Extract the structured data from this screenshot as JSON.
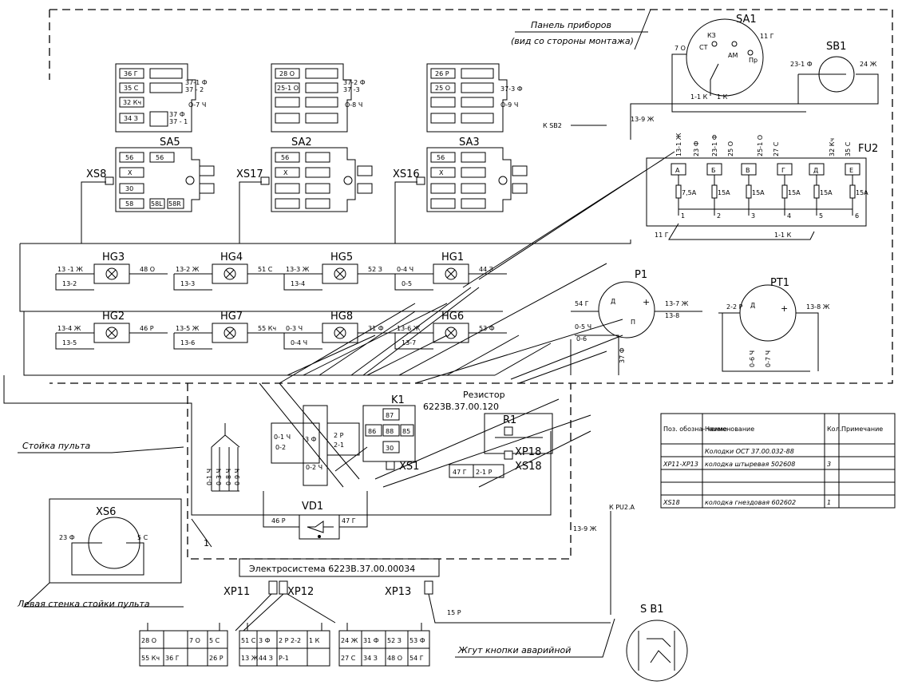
{
  "texts": {
    "panel_title": "Панель приборов",
    "panel_subtitle": "(вид со стороны монтажа)",
    "stand": "Стойка пульта",
    "left_wall": "Левая стенка стойки пульта",
    "harness": "Жгут кнопки аварийной",
    "electrosystem": "Электросистема 6223В.37.00.00034",
    "resistor_title": "Резистор",
    "resistor_code": "6223В.37.00.120",
    "k_sb2": "К SB2",
    "k_pu2": "К PU2.А",
    "one": "1"
  },
  "components": {
    "SA1": "SA1",
    "SB1": "SB1",
    "FU2": "FU2",
    "SA5": "SA5",
    "SA2": "SA2",
    "SA3": "SA3",
    "XS8": "XS8",
    "XS17": "XS17",
    "XS16": "XS16",
    "HG3": "HG3",
    "HG4": "HG4",
    "HG5": "HG5",
    "HG1": "HG1",
    "HG2": "HG2",
    "HG7": "HG7",
    "HG8": "HG8",
    "HG6": "HG6",
    "P1": "P1",
    "PT1": "PT1",
    "K1": "K1",
    "R1": "R1",
    "XP18": "XP18",
    "XS18": "XS18",
    "XS1": "XS1",
    "VD1": "VD1",
    "XS6": "XS6",
    "XP11": "XP11",
    "XP12": "XP12",
    "XP13": "XP13",
    "SB1b": "S В1"
  },
  "sa1": {
    "ks": "КЗ",
    "st": "СТ",
    "am": "АМ",
    "pr": "Пр",
    "w11g": "11 Г",
    "w7o": "7 О",
    "w1k": "1-1 К",
    "w1k2": "1 К"
  },
  "sb1": {
    "left": "23-1 Ф",
    "right": "24 Ж"
  },
  "fu2": {
    "cols": [
      "А",
      "Б",
      "В",
      "Г",
      "Д",
      "Е"
    ],
    "ratings": [
      "7,5А",
      "15А",
      "15А",
      "15А",
      "15А",
      "15А"
    ],
    "bottom": [
      "1",
      "2",
      "3",
      "4",
      "5",
      "6"
    ],
    "top_wires": [
      "13-1 Ж",
      "23 Ф",
      "23-1 Ф",
      "25 О",
      "25-1 О",
      "27 С",
      "32 Кч",
      "35 С"
    ],
    "w139": "13-9 Ж",
    "w11g": "11 Г",
    "w11k": "1-1 К"
  },
  "sa5": {
    "r1a": "36 Г",
    "r2a": "35 С",
    "r3a": "32 Кч",
    "r3b": "О-7 Ч",
    "r4a": "34 З",
    "side1": "37-1 Ф",
    "side2": "37 - 2",
    "side3": "37 Ф",
    "side4": "37 - 1",
    "s1": "56",
    "s2": "56",
    "s3": "Х",
    "s4": "30",
    "s5": "58",
    "s6": "58L",
    "s7": "58R"
  },
  "sa2": {
    "r1a": "28 О",
    "r2a": "25-1 О",
    "r3b": "О-8 Ч",
    "side1": "37-2 Ф",
    "side2": "37 -3",
    "s1": "56",
    "s3": "Х"
  },
  "sa3": {
    "r1a": "26 Р",
    "r2a": "25 О",
    "r2b": "37-3 Ф",
    "r3b": "О-9 Ч",
    "s1": "56",
    "s3": "Х"
  },
  "row1": [
    {
      "in": "13 -1 Ж",
      "in2": "13-2",
      "out": "48 О"
    },
    {
      "in": "13-2 Ж",
      "in2": "13-3",
      "out": "51 С"
    },
    {
      "in": "13-3 Ж",
      "in2": "13-4",
      "out": "52 З"
    },
    {
      "in": "0-4 Ч",
      "in2": "0-5",
      "out": "44 З"
    }
  ],
  "row2": [
    {
      "in": "13-4 Ж",
      "in2": "13-5",
      "out": "46 Р"
    },
    {
      "in": "13-5 Ж",
      "in2": "13-6",
      "out": "55 Кч"
    },
    {
      "in": "0-3 Ч",
      "in2": "0-4 Ч",
      "out": "31 Ф"
    },
    {
      "in": "13-6 Ж",
      "in2": "13-7",
      "out": "53 Ф"
    }
  ],
  "p1": {
    "w54": "54 Г",
    "w137": "13-7 Ж",
    "w138": "13-8",
    "w05": "0-5 Ч",
    "w06": "0-6",
    "w37": "37 Ф",
    "d": "Д",
    "p": "П",
    "plus": "+"
  },
  "pt1": {
    "w22": "2-2 Р",
    "w138": "13-8 Ж",
    "w06": "0-6 Ч",
    "w07": "0-7 Ч",
    "d": "Д",
    "plus": "+"
  },
  "k1": {
    "c87": "87",
    "c86": "86",
    "c88": "88",
    "c85": "85",
    "c30": "30"
  },
  "block": {
    "a": "0-1 Ч",
    "b": "0-2",
    "c": "3 Ф",
    "d": "2 Р",
    "e": "2-1",
    "f": "0-2 Ч"
  },
  "xs18row": {
    "a": "47 Г",
    "b": "2-1 Р"
  },
  "vd1": {
    "left": "46 Р",
    "right": "47 Г"
  },
  "xs6": {
    "left": "23 Ф",
    "right": "5 С"
  },
  "vert": [
    "0-1 Ч",
    "0-3 Ч",
    "0-8 Ч",
    "0-9 Ч"
  ],
  "w139b": "13-9 Ж",
  "w15r": "15 Р",
  "conn": {
    "xp11": [
      [
        "28 О",
        "",
        "7 О",
        "5 С"
      ],
      [
        "55 Кч",
        "36 Г",
        "",
        "26 Р"
      ]
    ],
    "xp12": [
      [
        "51 С",
        "3 Ф",
        "2 Р 2-2",
        "1 К"
      ],
      [
        "13 Ж",
        "44 З",
        "Р-1",
        ""
      ]
    ],
    "xp13": [
      [
        "24 Ж",
        "31 Ф",
        "52 З",
        "53 Ф"
      ],
      [
        "27 С",
        "34 З",
        "48 О",
        "54 Г"
      ]
    ]
  },
  "table": {
    "headers": [
      "Поз. обозна- чение",
      "Наименование",
      "Кол.",
      "Примечание"
    ],
    "rows": [
      [
        "",
        "Колодки ОСТ 37.00.032-88",
        "",
        ""
      ],
      [
        "ХР11-ХР13",
        "колодка штыревая 502608",
        "3",
        ""
      ],
      [
        "",
        "",
        "",
        ""
      ],
      [
        "",
        "",
        "",
        ""
      ],
      [
        "XS18",
        "колодка гнездовая 602602",
        "1",
        ""
      ]
    ]
  }
}
